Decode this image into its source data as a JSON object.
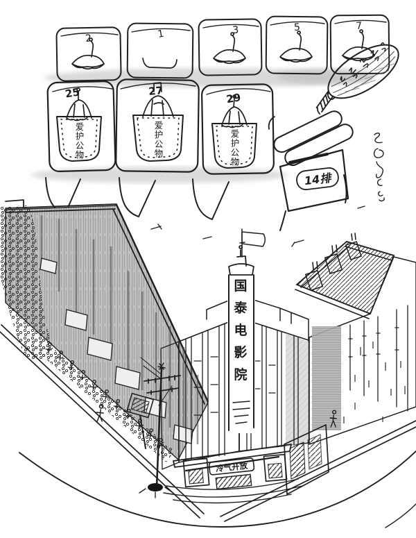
{
  "artwork": {
    "kind": "hand-drawn ink and pencil sketch of a cinema (seats, seat pockets, and the theatre building on a street corner)",
    "paper_color": "#ffffff",
    "ink_color": "#1f1f1f",
    "pencil_color": "#c6c6c6"
  },
  "seats": {
    "top_row_numbers": [
      "2",
      "1",
      "3",
      "5",
      "7"
    ],
    "middle_row_numbers": [
      "25",
      "27",
      "29"
    ],
    "pocket_label": "爱护公物",
    "row_tag": "14排"
  },
  "building": {
    "tower_sign": "国泰电影院",
    "tower_sign_chars": [
      "国",
      "泰",
      "电",
      "影",
      "院"
    ],
    "entrance_banner": "冷气开放"
  },
  "fan": {
    "inscription_legible": false
  },
  "signature": {
    "legible": false
  }
}
